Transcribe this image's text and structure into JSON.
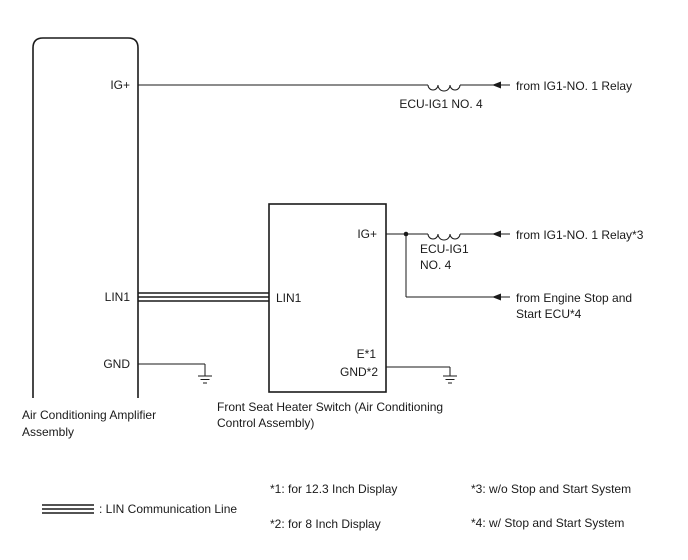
{
  "amplifier": {
    "pins": {
      "ig": "IG+",
      "lin": "LIN1",
      "gnd": "GND"
    },
    "label_line1": "Air Conditioning Amplifier",
    "label_line2": "Assembly"
  },
  "top_circuit": {
    "fuse_label": "ECU-IG1 NO. 4",
    "source": "from IG1-NO. 1 Relay"
  },
  "switch": {
    "pins": {
      "ig": "IG+",
      "lin": "LIN1",
      "e": "E*1",
      "gnd": "GND*2"
    },
    "label_line1": "Front Seat Heater Switch (Air Conditioning",
    "label_line2": "Control Assembly)"
  },
  "switch_circuit": {
    "fuse_label_line1": "ECU-IG1",
    "fuse_label_line2": "NO. 4",
    "source1": "from IG1-NO. 1 Relay*3",
    "source2_line1": "from Engine Stop and",
    "source2_line2": "Start ECU*4"
  },
  "legend": {
    "lin_line": ": LIN Communication Line",
    "note1": "*1: for 12.3 Inch Display",
    "note2": "*2: for 8 Inch Display",
    "note3": "*3: w/o Stop and Start System",
    "note4": "*4: w/ Stop and Start System"
  }
}
